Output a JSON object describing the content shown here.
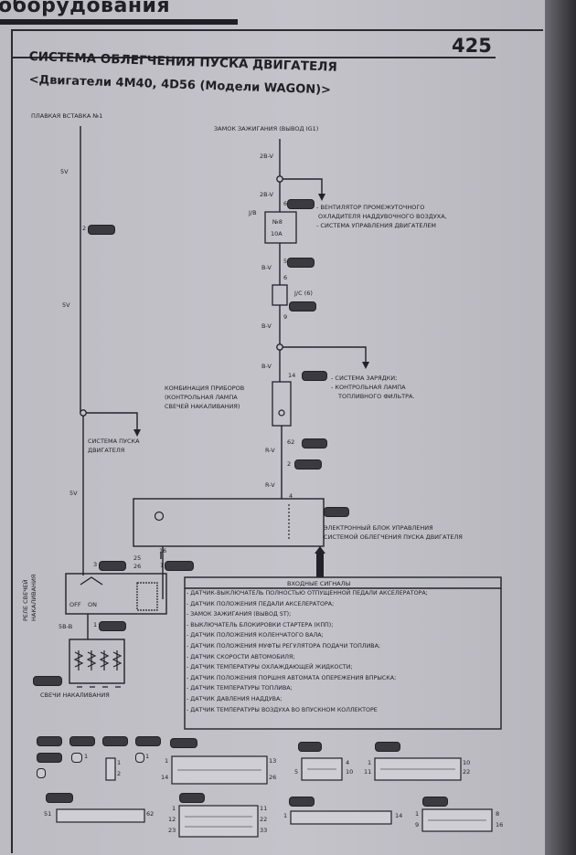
{
  "header": {
    "section_title": "оборудования",
    "page_number": "425"
  },
  "diagram": {
    "title": "СИСТЕМА ОБЛЕГЧЕНИЯ ПУСКА ДВИГАТЕЛЯ",
    "subtitle": "<Двигатели 4M40, 4D56 (Модели WAGON)>",
    "fuse_link": "ПЛАВКАЯ ВСТАВКА №1",
    "ignition_switch": "ЗАМОК ЗАЖИГАНИЯ (ВЫВОД IG1)",
    "fan_note": [
      "- ВЕНТИЛЯТОР ПРОМЕЖУТОЧНОГО",
      "ОХЛАДИТЕЛЯ НАДДУВОЧНОГО ВОЗДУХА,",
      "- СИСТЕМА УПРАВЛЕНИЯ ДВИГАТЕЛЕМ"
    ],
    "charging_note": [
      "- СИСТЕМА ЗАРЯДКИ;",
      "- КОНТРОЛЬНАЯ ЛАМПА",
      "ТОПЛИВНОГО ФИЛЬТРА."
    ],
    "gauge_cluster": [
      "КОМБИНАЦИЯ ПРИБОРОВ",
      "(КОНТРОЛЬНАЯ ЛАМПА",
      "СВЕЧЕЙ НАКАЛИВАНИЯ)"
    ],
    "engine_start": [
      "СИСТЕМА ПУСКА",
      "ДВИГАТЕЛЯ"
    ],
    "ecu": [
      "ЭЛЕКТРОННЫЙ БЛОК УПРАВЛЕНИЯ",
      "СИСТЕМОЙ ОБЛЕГЧЕНИЯ ПУСКА ДВИГАТЕЛЯ"
    ],
    "relay": "РЕЛЕ СВЕЧЕЙ НАКАЛИВАНИЯ",
    "glow_plugs": "СВЕЧИ НАКАЛИВАНИЯ",
    "fuse_box": "J/B",
    "fuse_number": "№8",
    "fuse_rating": "10A",
    "joint_connector": "J/C (6)",
    "off_label": "OFF",
    "on_label": "ON",
    "wires": {
      "w5v": "5V",
      "w2bv": "2B-V",
      "wbv": "B-V",
      "wrv": "R-V",
      "w5bb": "5B-B"
    },
    "pins": {
      "p2": "2",
      "p6": "6",
      "p5": "5",
      "p9": "9",
      "p14": "14",
      "p62": "62",
      "p4": "4",
      "p16": "16",
      "p1": "1",
      "p3": "3",
      "p25": "25",
      "p26": "26"
    }
  },
  "input_signals": {
    "header": "ВХОДНЫЕ СИГНАЛЫ",
    "items": [
      "- ДАТЧИК-ВЫКЛЮЧАТЕЛЬ ПОЛНОСТЬЮ ОТПУЩЕННОЙ ПЕДАЛИ АКСЕЛЕРАТОРА;",
      "- ДАТЧИК ПОЛОЖЕНИЯ ПЕДАЛИ АКСЕЛЕРАТОРА;",
      "- ЗАМОК ЗАЖИГАНИЯ (ВЫВОД ST);",
      "- ВЫКЛЮЧАТЕЛЬ БЛОКИРОВКИ СТАРТЕРА (КПП);",
      "- ДАТЧИК ПОЛОЖЕНИЯ КОЛЕНЧАТОГО ВАЛА;",
      "- ДАТЧИК ПОЛОЖЕНИЯ МУФТЫ РЕГУЛЯТОРА ПОДАЧИ ТОПЛИВА;",
      "- ДАТЧИК СКОРОСТИ АВТОМОБИЛЯ;",
      "- ДАТЧИК ТЕМПЕРАТУРЫ ОХЛАЖДАЮЩЕЙ ЖИДКОСТИ;",
      "- ДАТЧИК ПОЛОЖЕНИЯ ПОРШНЯ АВТОМАТА ОПЕРЕЖЕНИЯ ВПРЫСКА;",
      "- ДАТЧИК ТЕМПЕРАТУРЫ ТОПЛИВА;",
      "- ДАТЧИК ДАВЛЕНИЯ НАДДУВА;",
      "- ДАТЧИК ТЕМПЕРАТУРЫ ВОЗДУХА ВО ВПУСКНОМ КОЛЛЕКТОРЕ"
    ]
  },
  "connector_pins": {
    "a1": "1",
    "a14": "14",
    "a13": "13",
    "a26": "26",
    "b4": "4",
    "b5": "5",
    "b10": "10",
    "c1": "1",
    "c11": "11",
    "c10": "10",
    "c22": "22",
    "d51": "51",
    "d62": "62",
    "e1": "1",
    "e12": "12",
    "e23": "23",
    "e11": "11",
    "e22": "22",
    "e33": "33",
    "f1": "1",
    "f14": "14",
    "g1": "1",
    "g9": "9",
    "g8": "8",
    "g16": "16",
    "h1": "1",
    "h2": "2",
    "h1b": "1",
    "h1c": "1"
  }
}
